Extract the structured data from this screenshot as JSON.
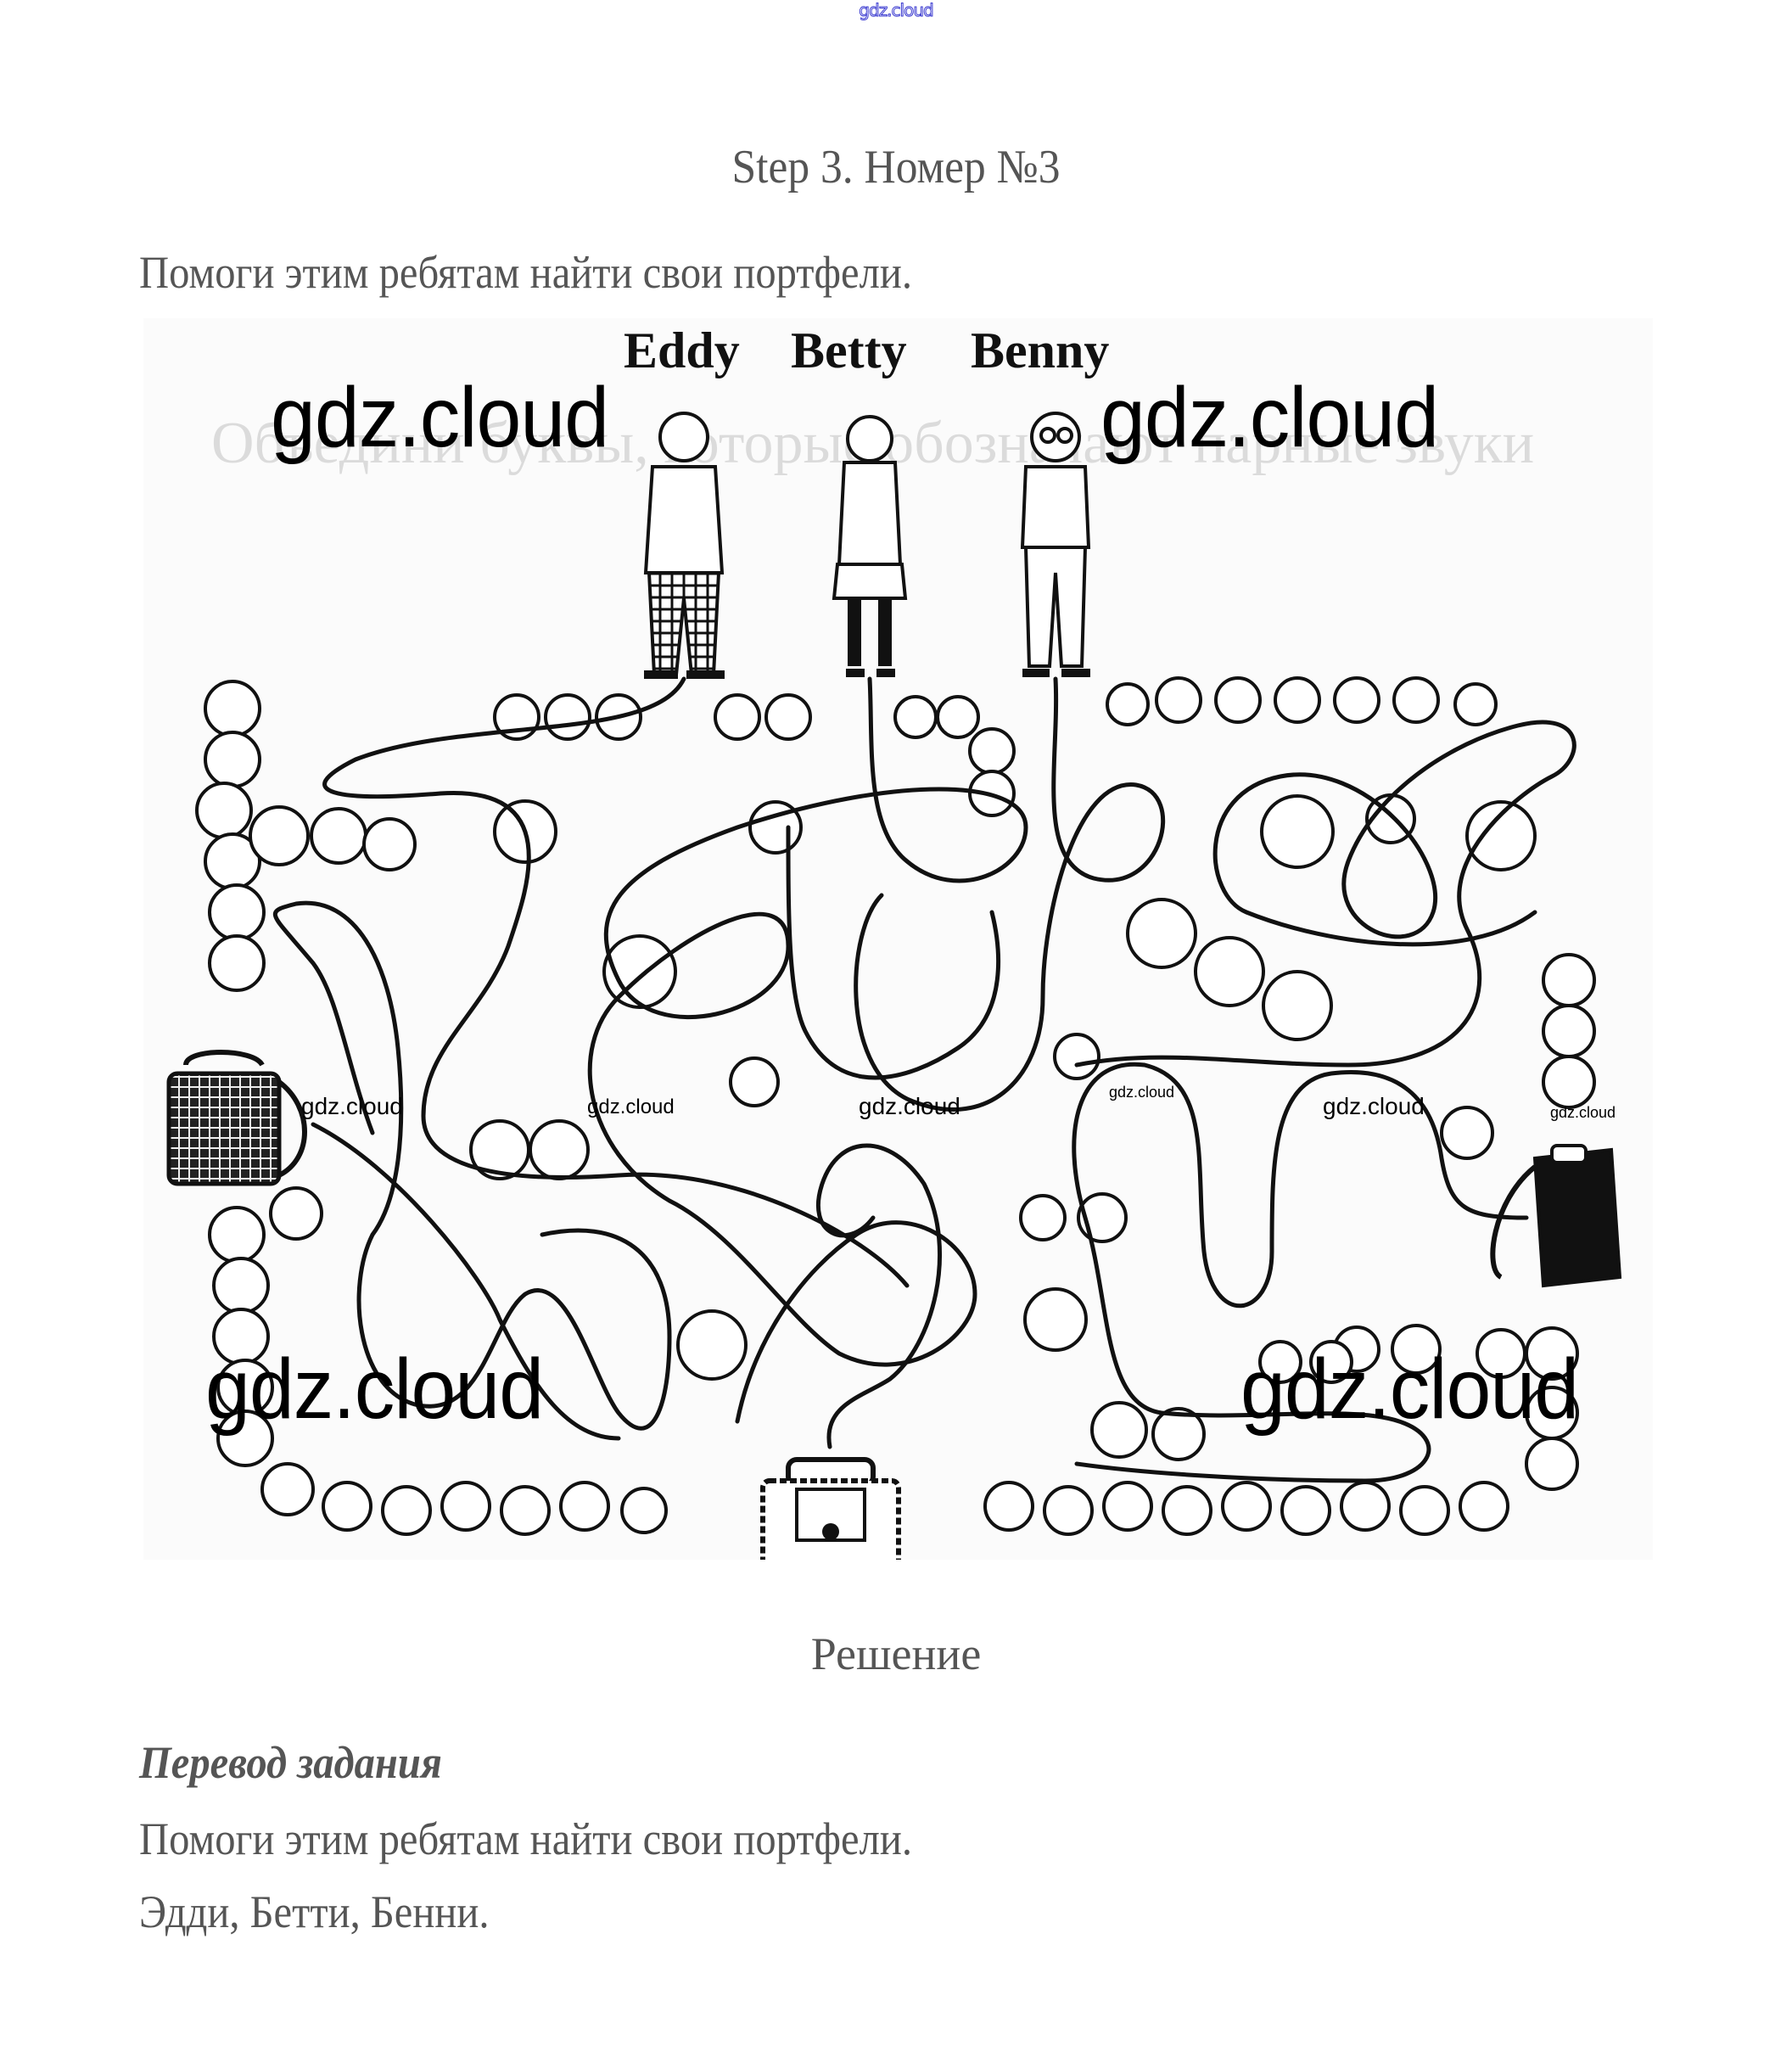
{
  "watermark_top": "gdz.cloud",
  "title": "Step 3. Номер №3",
  "task": "Помоги этим ребятам найти свои портфели.",
  "figure": {
    "names": [
      "Eddy",
      "Betty",
      "Benny"
    ],
    "watermark_big": "gdz.cloud",
    "watermark_small": "gdz.cloud",
    "background_text": "Объедини буквы, которые обозначают парные звуки"
  },
  "solution_label": "Решение",
  "translation": {
    "heading": "Перевод задания",
    "text": "Помоги этим ребятам найти свои портфели.",
    "names": "Эдди, Бетти, Бенни."
  }
}
